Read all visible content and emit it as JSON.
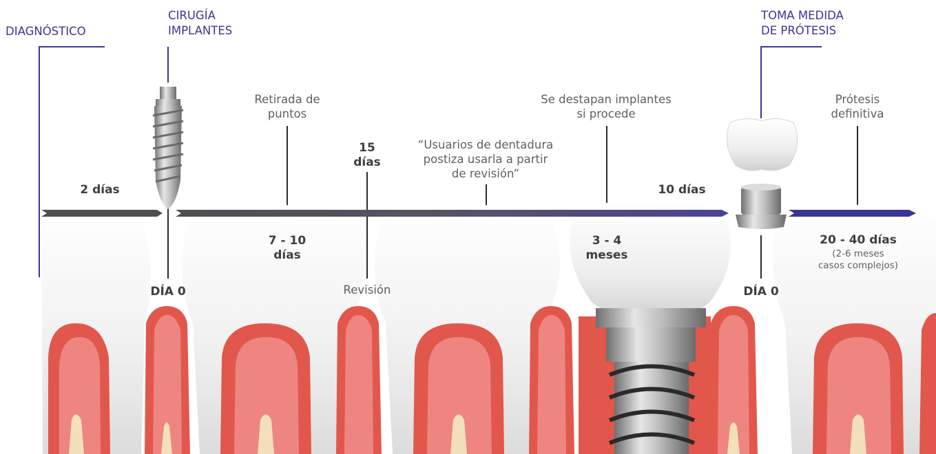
{
  "colors": {
    "phase_text": "#3b3593",
    "timeline_dark": "#4f4f4f",
    "timeline_purple": "#3b3593",
    "gum_pink": "#ee8580",
    "gum_red": "#e2574c",
    "bone_beige": "#f3dfba",
    "tooth_white": "#f4f4f4",
    "implant_metal": "#a9a9a9"
  },
  "phases": {
    "diagnostico": "DIAGNÓSTICO",
    "cirugia": "CIRUGÍA\nIMPLANTES",
    "toma_medida": "TOMA MEDIDA\nDE PRÓTESIS"
  },
  "events": {
    "retirada": "Retirada de\npuntos",
    "dentadura": "“Usuarios de dentadura\npostiza usarla a partir\nde revisión”",
    "destapan": "Se destapan implantes\nsi procede",
    "protesis_def": "Prótesis\ndefinitiva",
    "revision": "Revisión"
  },
  "durations": {
    "d2": "2 días",
    "d15": "15\ndías",
    "d10": "10 días",
    "d7_10": "7 - 10\ndías",
    "d3_4": "3 - 4\nmeses",
    "d20_40": "20 - 40 días",
    "d20_40_note": "(2-6 meses\ncasos complejos)"
  },
  "markers": {
    "dia0_first": "DÍA 0",
    "dia0_second": "DÍA 0"
  },
  "icons": {
    "implant": "implant-screw-icon",
    "crown": "crown-icon",
    "abutment": "abutment-icon"
  }
}
